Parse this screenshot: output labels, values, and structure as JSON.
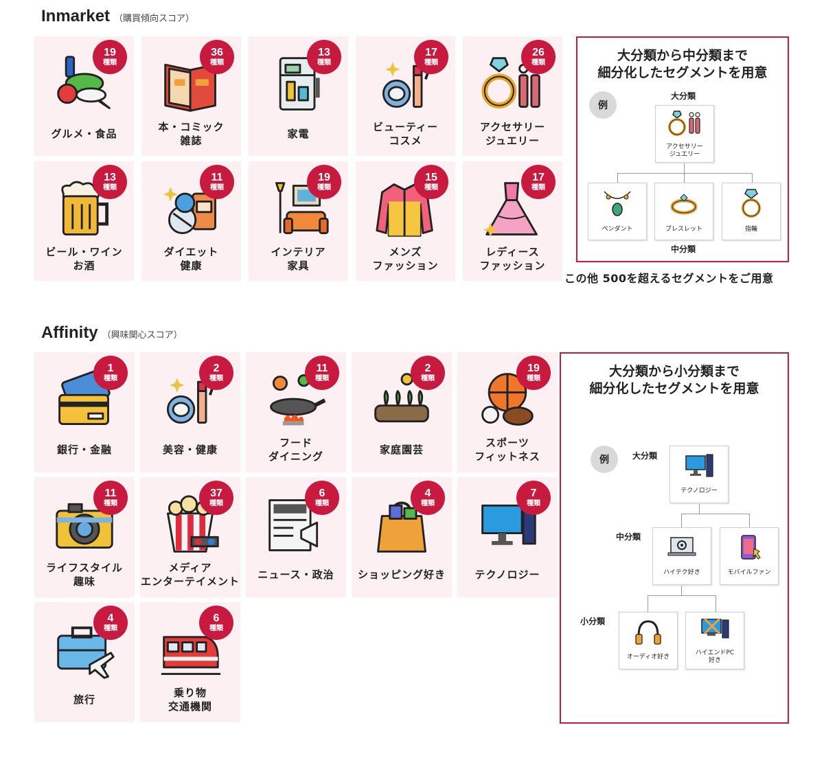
{
  "inmarket": {
    "title": "Inmarket",
    "subtitle": "（購買傾向スコア）",
    "badge_unit": "種類",
    "tiles": [
      {
        "count": "19",
        "line1": "グルメ・食品",
        "line2": "",
        "icon": "food-icon"
      },
      {
        "count": "36",
        "line1": "本・コミック",
        "line2": "雑誌",
        "icon": "book-icon"
      },
      {
        "count": "13",
        "line1": "家電",
        "line2": "",
        "icon": "fridge-icon"
      },
      {
        "count": "17",
        "line1": "ビューティー",
        "line2": "コスメ",
        "icon": "cosmetics-icon"
      },
      {
        "count": "26",
        "line1": "アクセサリー",
        "line2": "ジュエリー",
        "icon": "jewelry-icon"
      },
      {
        "count": "13",
        "line1": "ビール・ワイン",
        "line2": "お酒",
        "icon": "beer-icon"
      },
      {
        "count": "11",
        "line1": "ダイエット",
        "line2": "健康",
        "icon": "diet-icon"
      },
      {
        "count": "19",
        "line1": "インテリア",
        "line2": "家具",
        "icon": "sofa-icon"
      },
      {
        "count": "15",
        "line1": "メンズ",
        "line2": "ファッション",
        "icon": "jacket-icon"
      },
      {
        "count": "17",
        "line1": "レディース",
        "line2": "ファッション",
        "icon": "dress-icon"
      }
    ],
    "panel": {
      "title1": "大分類から中分類まで",
      "title2": "細分化したセグメントを用意",
      "example": "例",
      "top_level_label": "大分類",
      "top_node": {
        "line1": "アクセサリー",
        "line2": "ジュエリー"
      },
      "children": [
        "ペンダント",
        "ブレスレット",
        "指輪"
      ],
      "mid_level_label": "中分類"
    },
    "footnote": "この他 500を超えるセグメントをご用意"
  },
  "affinity": {
    "title": "Affinity",
    "subtitle": "（興味関心スコア）",
    "badge_unit": "種類",
    "tiles": [
      {
        "count": "1",
        "line1": "銀行・金融",
        "line2": "",
        "icon": "credit-card-icon"
      },
      {
        "count": "2",
        "line1": "美容・健康",
        "line2": "",
        "icon": "cosmetics-icon"
      },
      {
        "count": "11",
        "line1": "フード",
        "line2": "ダイニング",
        "icon": "cooking-icon"
      },
      {
        "count": "2",
        "line1": "家庭園芸",
        "line2": "",
        "icon": "garden-icon"
      },
      {
        "count": "19",
        "line1": "スポーツ",
        "line2": "フィットネス",
        "icon": "sports-balls-icon"
      },
      {
        "count": "11",
        "line1": "ライフスタイル",
        "line2": "趣味",
        "icon": "camera-icon"
      },
      {
        "count": "37",
        "line1": "メディア",
        "line2": "エンターテイメント",
        "icon": "popcorn-icon"
      },
      {
        "count": "6",
        "line1": "ニュース・政治",
        "line2": "",
        "icon": "newspaper-icon"
      },
      {
        "count": "4",
        "line1": "ショッピング好き",
        "line2": "",
        "icon": "shopping-bag-icon"
      },
      {
        "count": "7",
        "line1": "テクノロジー",
        "line2": "",
        "icon": "computer-icon"
      },
      {
        "count": "4",
        "line1": "旅行",
        "line2": "",
        "icon": "travel-icon"
      },
      {
        "count": "6",
        "line1": "乗り物",
        "line2": "交通機関",
        "icon": "train-icon"
      }
    ],
    "panel": {
      "title1": "大分類から小分類まで",
      "title2": "細分化したセグメントを用意",
      "example": "例",
      "top_level_label": "大分類",
      "top_node": "テクノロジー",
      "mid_level_label": "中分類",
      "mid_nodes": [
        "ハイテク好き",
        "モバイルファン"
      ],
      "small_level_label": "小分類",
      "small_nodes": [
        {
          "line1": "オーディオ好き",
          "line2": ""
        },
        {
          "line1": "ハイエンドPC",
          "line2": "好き"
        }
      ]
    }
  },
  "colors": {
    "badge": "#c8193f",
    "tile_bg": "#fdf0f3",
    "panel_border": "#c8193f"
  }
}
